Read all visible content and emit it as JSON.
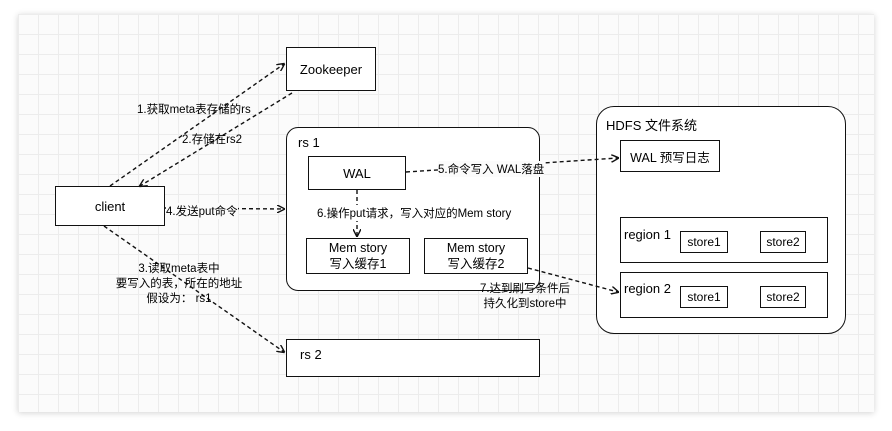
{
  "nodes": {
    "zookeeper": "Zookeeper",
    "client": "client",
    "rs1": "rs 1",
    "wal": "WAL",
    "memstore1": {
      "line1": "Mem story",
      "line2": "写入缓存1"
    },
    "memstore2": {
      "line1": "Mem story",
      "line2": "写入缓存2"
    },
    "rs2": "rs 2",
    "hdfs": "HDFS 文件系统",
    "wal_log": "WAL 预写日志",
    "region1": "region 1",
    "region2": "region 2",
    "store1": "store1",
    "store2": "store2"
  },
  "edges": {
    "e1": "1.获取meta表存储的rs",
    "e2": "2.存储在rs2",
    "e3": {
      "line1": "3.读取meta表中",
      "line2": "要写入的表，所在的地址",
      "line3": "假设为：  rs1"
    },
    "e4": "4.发送put命令",
    "e5": "5.命令写入 WAL落盘",
    "e6": "6.操作put请求，写入对应的Mem story",
    "e7": {
      "line1": "7.达到刷写条件后",
      "line2": "持久化到store中"
    }
  }
}
